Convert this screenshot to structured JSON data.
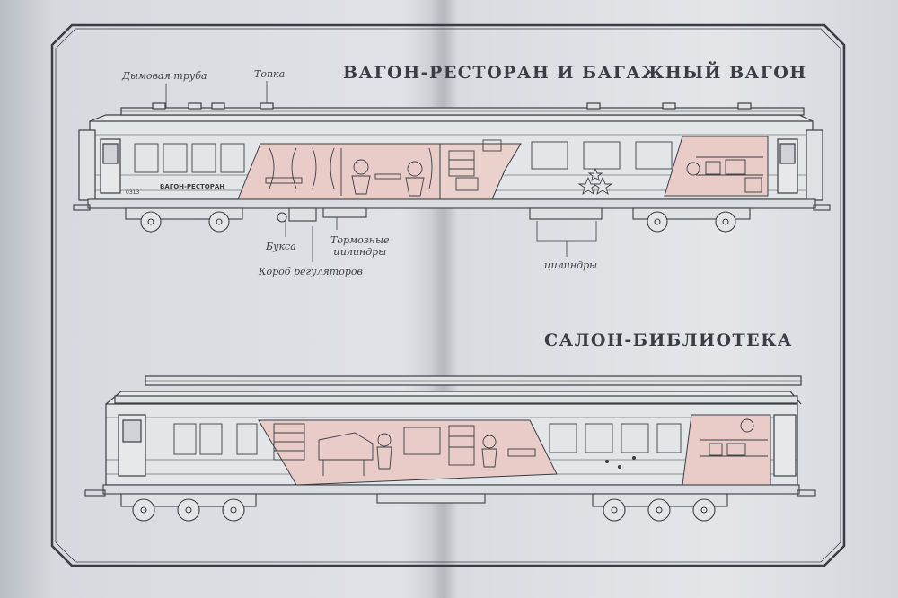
{
  "colors": {
    "paper": "#dfe2e6",
    "ink": "#3a3e44",
    "cutaway": "#e7c9c4"
  },
  "diagram1": {
    "title": "ВАГОН-РЕСТОРАН И БАГАЖНЫЙ ВАГОН",
    "car_inscription": "ВАГОН-РЕСТОРАН",
    "car_number": "0313",
    "labels": {
      "smokestack": "Дымовая труба",
      "firebox": "Топка",
      "axlebox": "Букса",
      "brake_cylinders": "Тормозные\nцилиндры",
      "regulator_box": "Короб регуляторов",
      "cylinders": "цилиндры"
    }
  },
  "diagram2": {
    "title": "САЛОН-БИБЛИОТЕКА"
  }
}
